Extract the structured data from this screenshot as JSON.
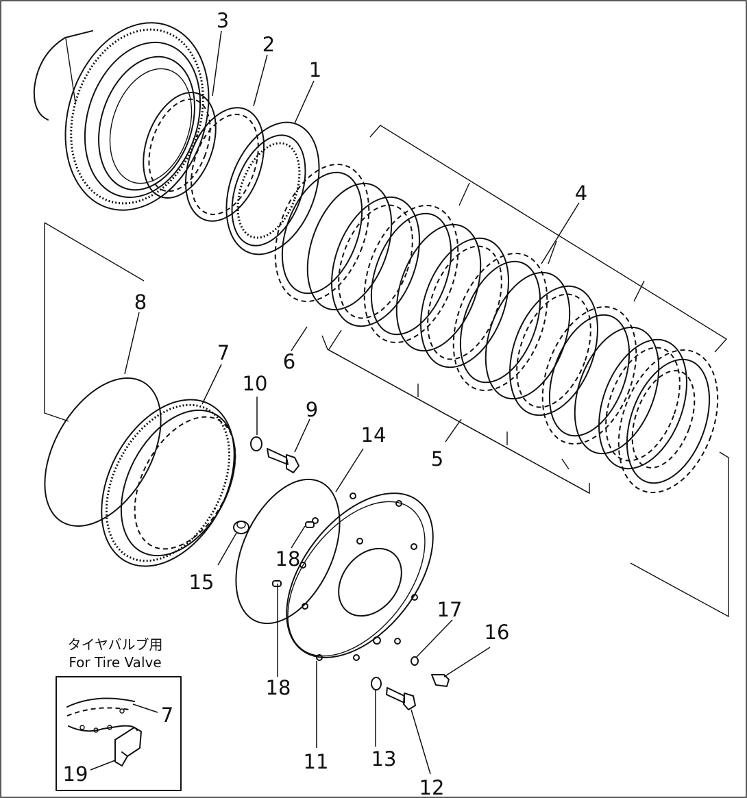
{
  "diagram": {
    "callouts": [
      {
        "id": "1",
        "text": "1"
      },
      {
        "id": "2",
        "text": "2"
      },
      {
        "id": "3",
        "text": "3"
      },
      {
        "id": "4",
        "text": "4"
      },
      {
        "id": "5",
        "text": "5"
      },
      {
        "id": "6",
        "text": "6"
      },
      {
        "id": "7",
        "text": "7"
      },
      {
        "id": "8",
        "text": "8"
      },
      {
        "id": "9",
        "text": "9"
      },
      {
        "id": "10",
        "text": "10"
      },
      {
        "id": "11",
        "text": "11"
      },
      {
        "id": "12",
        "text": "12"
      },
      {
        "id": "13",
        "text": "13"
      },
      {
        "id": "14",
        "text": "14"
      },
      {
        "id": "15",
        "text": "15"
      },
      {
        "id": "16",
        "text": "16"
      },
      {
        "id": "17",
        "text": "17"
      },
      {
        "id": "18a",
        "text": "18"
      },
      {
        "id": "18b",
        "text": "18"
      }
    ],
    "inset": {
      "caption_jp": "タイヤバルブ用",
      "caption_en": "For Tire Valve",
      "callouts": [
        {
          "id": "7",
          "text": "7"
        },
        {
          "id": "19",
          "text": "19"
        }
      ]
    }
  }
}
